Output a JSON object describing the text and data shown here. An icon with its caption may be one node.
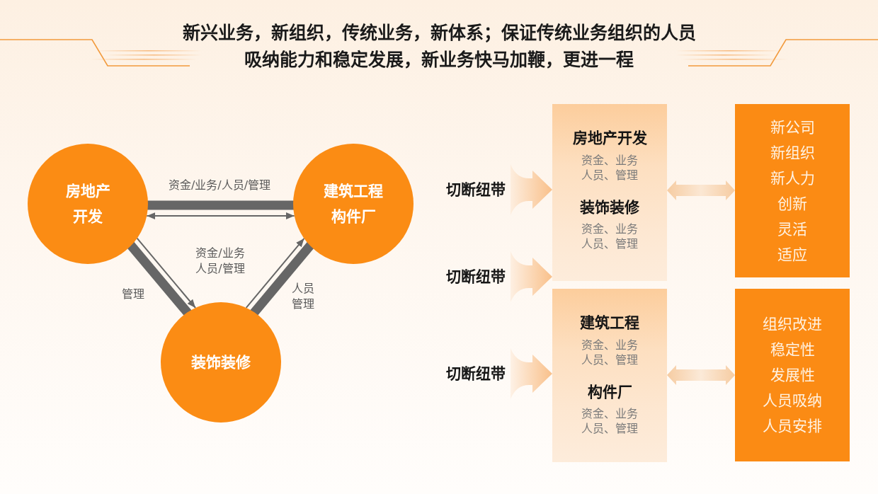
{
  "diagram": {
    "title": "新兴业务，新组织，传统业务，新体系；保证传统业务组织的人员吸纳能力和稳定发展，新业务快马加鞭，更进一程",
    "nodes": [
      {
        "text": [
          "房地产开发"
        ]
      },
      {
        "text": [
          "建筑工程构件厂"
        ]
      },
      {
        "text": [
          "装饰装修"
        ]
      },
      {
        "text": [
          "房地产开发",
          "资金、业务人员、管理",
          "装饰装修",
          "资金、业务人员、管理"
        ]
      },
      {
        "text": [
          "建筑工程",
          "资金、业务人员、管理",
          "构件厂",
          "资金、业务人员、管理"
        ]
      },
      {
        "text": [
          "新公司",
          "新组织",
          "新人力",
          "创新",
          "灵活",
          "适应"
        ]
      },
      {
        "text": [
          "组织改进",
          "稳定性",
          "发展性",
          "人员吸纳",
          "人员安排"
        ]
      }
    ],
    "edges": [
      {
        "from": 0,
        "to": 1,
        "arrow": "none",
        "style": "thick",
        "label": "资金/业务/人员/管理"
      },
      {
        "from": 0,
        "to": 1,
        "arrow": "both"
      },
      {
        "from": 0,
        "to": 2,
        "arrow": "none",
        "style": "thick",
        "label": "管理"
      },
      {
        "from": 0,
        "to": 2,
        "arrow": "to"
      },
      {
        "from": 2,
        "to": 1,
        "arrow": "none",
        "style": "thick",
        "label": "人员管理"
      },
      {
        "from": 2,
        "to": 1,
        "arrow": "to"
      },
      {
        "from": null,
        "to": 3,
        "arrow": "to",
        "style": "thick",
        "color": "#f9c08a",
        "label": "切断纽带"
      },
      {
        "from": null,
        "to": 3,
        "arrow": "to",
        "style": "thick",
        "color": "#f9c08a",
        "label": "切断纽带"
      },
      {
        "from": null,
        "to": 4,
        "arrow": "to",
        "style": "thick",
        "color": "#f9c08a",
        "label": "切断纽带"
      },
      {
        "from": 3,
        "to": 5,
        "arrow": "both",
        "style": "thick",
        "color": "#f6cca2"
      },
      {
        "from": 4,
        "to": 6,
        "arrow": "both",
        "style": "thick",
        "color": "#f6cca2"
      }
    ],
    "labels": [
      "资金/业务人员/管理"
    ]
  }
}
